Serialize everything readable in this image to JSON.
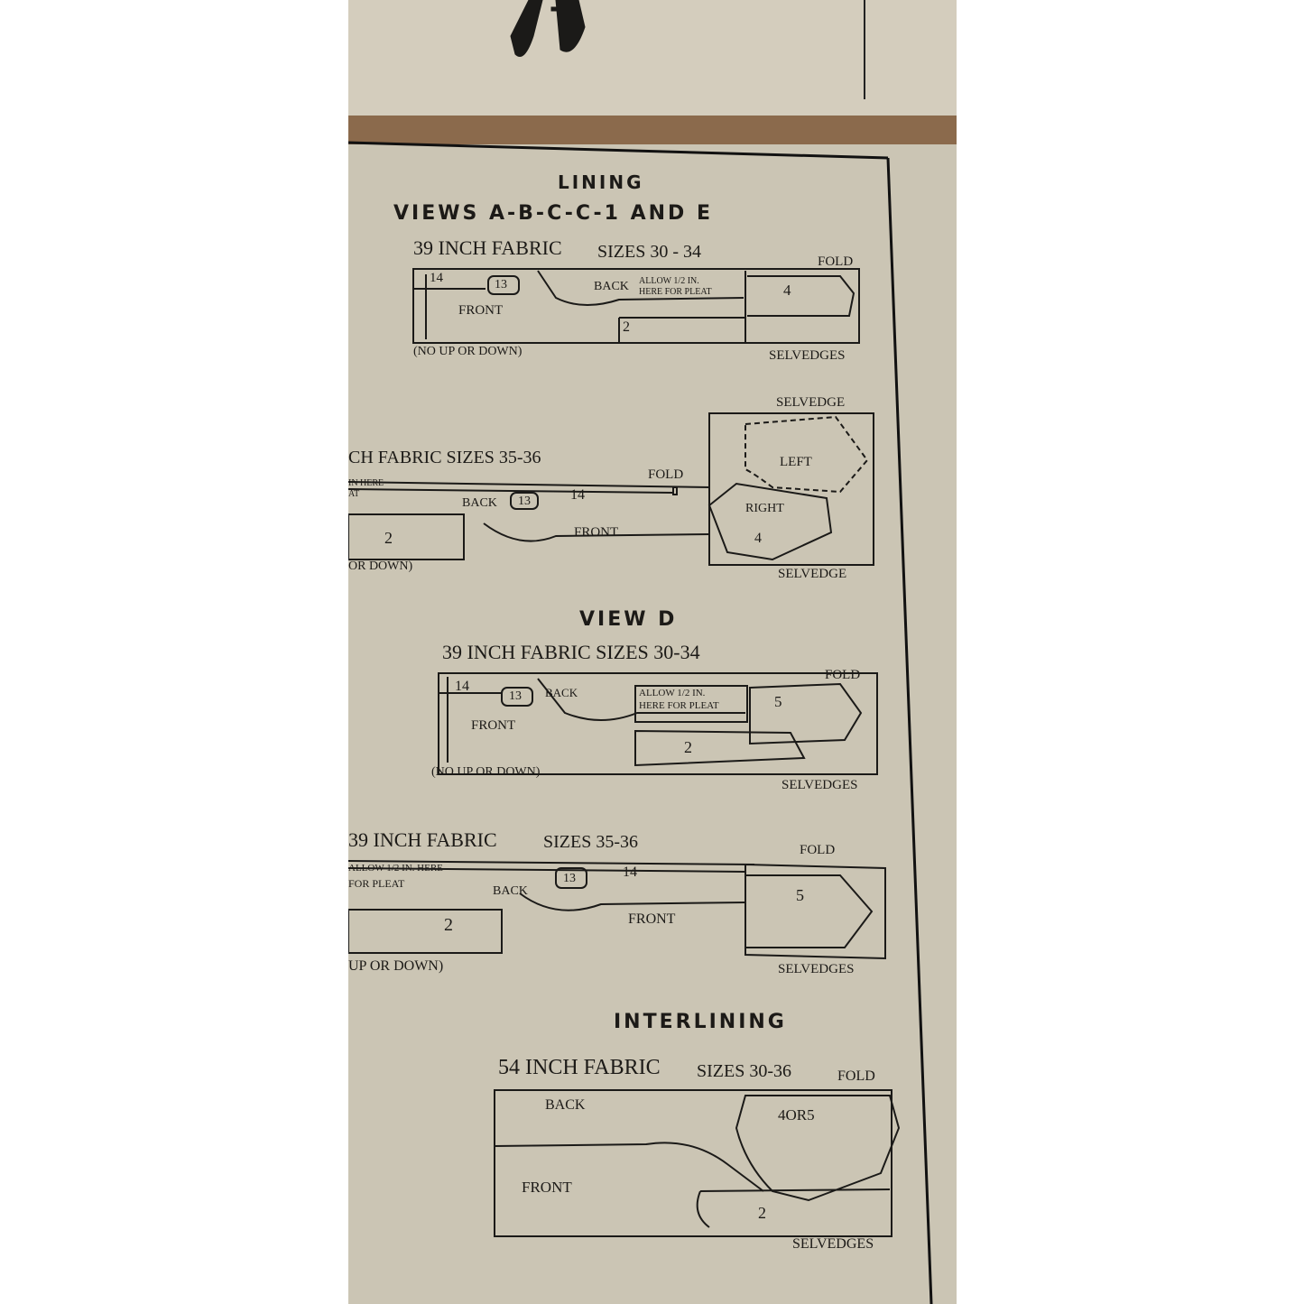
{
  "lining": {
    "title": "LINING",
    "views_title": "VIEWS A-B-C-C-1 AND E",
    "layout1": {
      "fabric": "39 INCH FABRIC",
      "sizes": "SIZES 30 - 34",
      "fold": "FOLD",
      "selvedges": "SELVEDGES",
      "note": "(NO UP OR DOWN)",
      "pieces": [
        "14",
        "13",
        "BACK",
        "ALLOW 1/2 IN.",
        "HERE FOR PLEAT",
        "4",
        "FRONT",
        "2"
      ]
    },
    "layout2": {
      "fabric": "CH FABRIC SIZES 35-36",
      "fold": "FOLD",
      "selvedge_top": "SELVEDGE",
      "selvedge_bottom": "SELVEDGE",
      "note": "OR DOWN)",
      "pieces": [
        "IN HERE",
        "AT",
        "BACK",
        "13",
        "14",
        "FRONT",
        "2",
        "LEFT",
        "RIGHT",
        "4"
      ]
    }
  },
  "view_d": {
    "title": "VIEW D",
    "layout1": {
      "fabric": "39 INCH FABRIC SIZES 30-34",
      "fold": "FOLD",
      "selvedges": "SELVEDGES",
      "note": "(NO UP OR DOWN)",
      "pieces": [
        "14",
        "13",
        "BACK",
        "ALLOW 1/2 IN.",
        "HERE FOR PLEAT",
        "5",
        "FRONT",
        "2"
      ]
    },
    "layout2": {
      "fabric": "39 INCH FABRIC",
      "sizes": "SIZES 35-36",
      "fold": "FOLD",
      "selvedges": "SELVEDGES",
      "note": "UP OR DOWN)",
      "pieces": [
        "ALLOW 1/2 IN. HERE",
        "FOR PLEAT",
        "BACK",
        "13",
        "14",
        "FRONT",
        "2",
        "5"
      ]
    }
  },
  "interlining": {
    "title": "INTERLINING",
    "layout1": {
      "fabric": "54 INCH FABRIC",
      "sizes": "SIZES 30-36",
      "fold": "FOLD",
      "selvedges": "SELVEDGES",
      "pieces": [
        "BACK",
        "4OR5",
        "FRONT",
        "2"
      ]
    }
  }
}
